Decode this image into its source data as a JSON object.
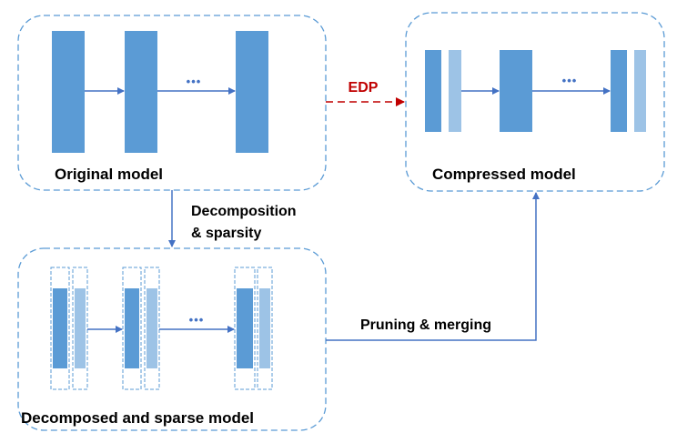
{
  "colors": {
    "block_dark": "#5b9bd5",
    "block_light": "#9dc3e6",
    "frame": "#5b9bd5",
    "arrow": "#4472c4",
    "edp": "#c00000",
    "text": "#000000"
  },
  "boxes": {
    "original": {
      "label": "Original model"
    },
    "compressed": {
      "label": "Compressed model"
    },
    "decomposed": {
      "label": "Decomposed and sparse model"
    }
  },
  "arrows": {
    "edp": {
      "label": "EDP"
    },
    "decomposition": {
      "line1": "Decomposition",
      "line2": "& sparsity"
    },
    "pruning": {
      "label": "Pruning & merging"
    }
  },
  "ellipsis": "•••"
}
